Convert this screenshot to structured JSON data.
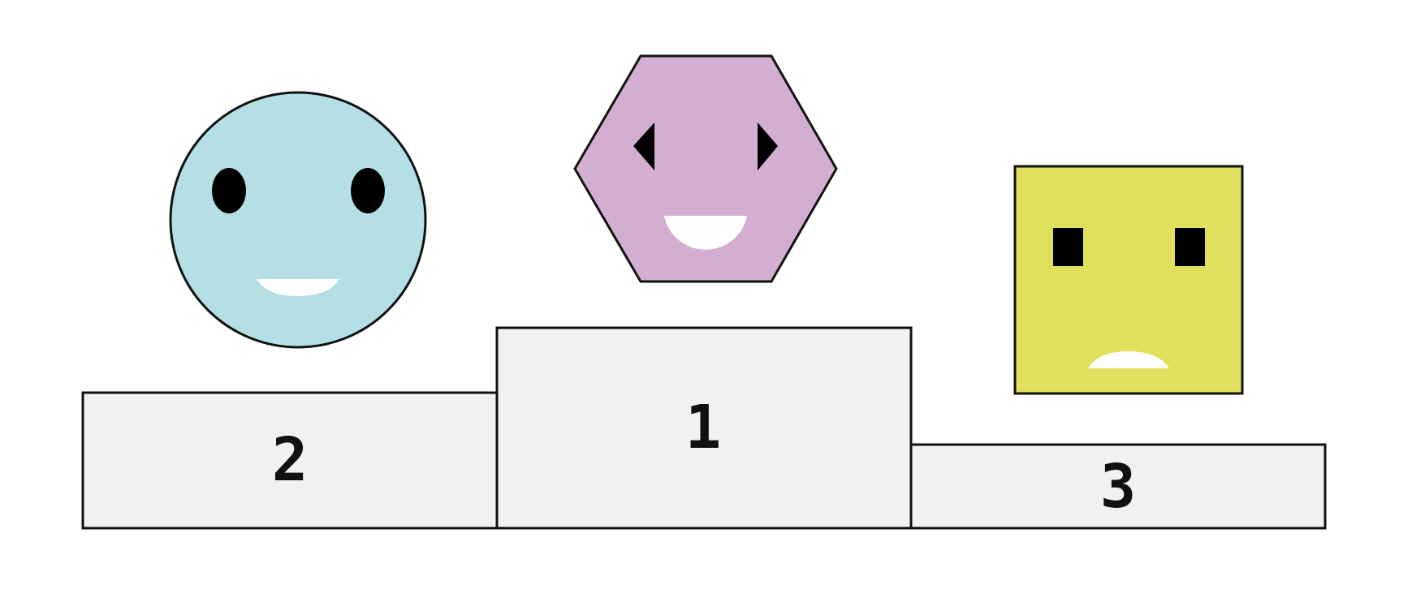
{
  "colors": {
    "background": "#ffffff",
    "podium_fill": "#f0f1f0",
    "outline": "#111111",
    "feature": "#000000",
    "mouth": "#ffffff"
  },
  "podiums": {
    "first": {
      "label": "1"
    },
    "second": {
      "label": "2"
    },
    "third": {
      "label": "3"
    }
  },
  "characters": [
    {
      "place": "2",
      "shape": "circle",
      "color": "#b4e0e5",
      "eyes": "ovals",
      "mouth": "smile"
    },
    {
      "place": "1",
      "shape": "hexagon",
      "color": "#d4aed1",
      "eyes": "triangles",
      "mouth": "big-smile"
    },
    {
      "place": "3",
      "shape": "square",
      "color": "#dfe05c",
      "eyes": "squares",
      "mouth": "frown"
    }
  ]
}
